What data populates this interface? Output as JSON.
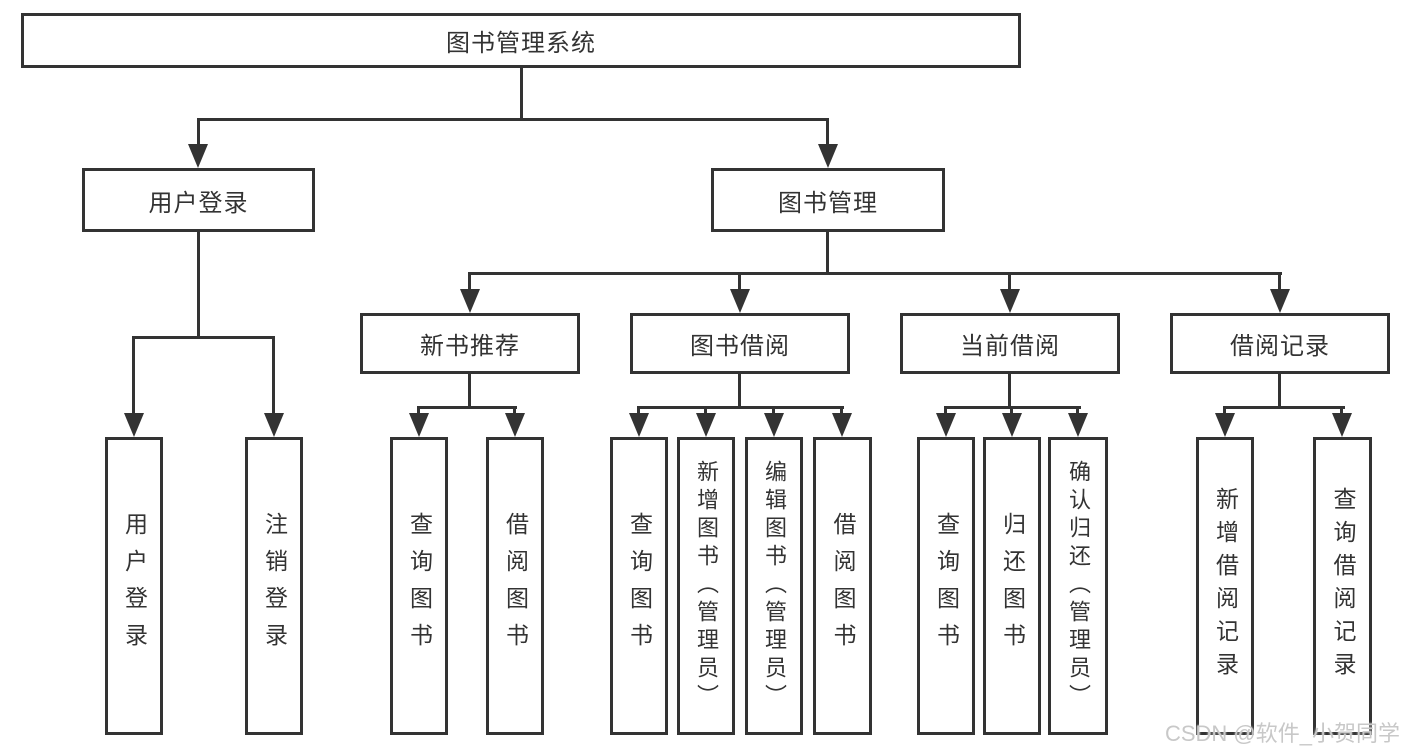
{
  "diagram": {
    "root": {
      "label": "图书管理系统"
    },
    "level2": [
      {
        "label": "用户登录"
      },
      {
        "label": "图书管理"
      }
    ],
    "level3": [
      {
        "label": "新书推荐",
        "parent": "图书管理"
      },
      {
        "label": "图书借阅",
        "parent": "图书管理"
      },
      {
        "label": "当前借阅",
        "parent": "图书管理"
      },
      {
        "label": "借阅记录",
        "parent": "图书管理"
      }
    ],
    "leaves": [
      {
        "label": "用户登录",
        "parent": "用户登录"
      },
      {
        "label": "注销登录",
        "parent": "用户登录"
      },
      {
        "label": "查询图书",
        "parent": "新书推荐"
      },
      {
        "label": "借阅图书",
        "parent": "新书推荐"
      },
      {
        "label": "查询图书",
        "parent": "图书借阅"
      },
      {
        "label": "新增图书（管理员）",
        "parent": "图书借阅"
      },
      {
        "label": "编辑图书（管理员）",
        "parent": "图书借阅"
      },
      {
        "label": "借阅图书",
        "parent": "图书借阅"
      },
      {
        "label": "查询图书",
        "parent": "当前借阅"
      },
      {
        "label": "归还图书",
        "parent": "当前借阅"
      },
      {
        "label": "确认归还（管理员）",
        "parent": "当前借阅"
      },
      {
        "label": "新增借阅记录",
        "parent": "借阅记录"
      },
      {
        "label": "查询借阅记录",
        "parent": "借阅记录"
      }
    ]
  },
  "watermark": {
    "text": "CSDN @软件_小贺同学"
  },
  "colors": {
    "line": "#333333",
    "text": "#333333",
    "background": "#ffffff",
    "watermark": "#c8c8c8"
  }
}
